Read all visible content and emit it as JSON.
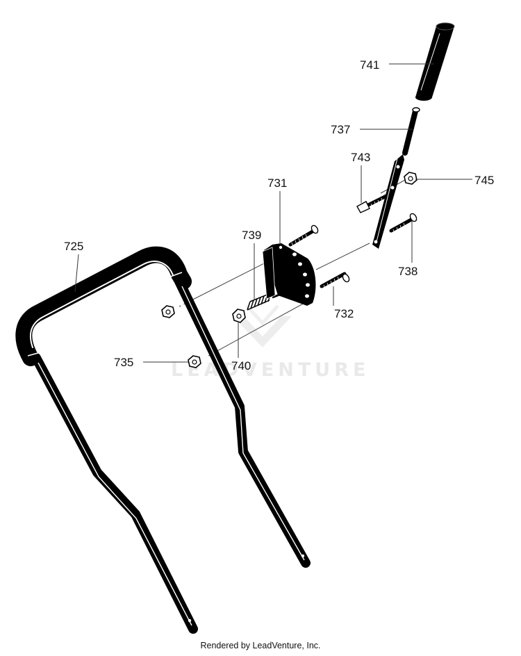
{
  "diagram": {
    "watermark": "LEADVENTURE",
    "footer": "Rendered by LeadVenture, Inc.",
    "callouts": [
      {
        "id": "c725",
        "label": "725"
      },
      {
        "id": "c731",
        "label": "731"
      },
      {
        "id": "c732",
        "label": "732"
      },
      {
        "id": "c735",
        "label": "735"
      },
      {
        "id": "c737",
        "label": "737"
      },
      {
        "id": "c738",
        "label": "738"
      },
      {
        "id": "c739",
        "label": "739"
      },
      {
        "id": "c740",
        "label": "740"
      },
      {
        "id": "c741",
        "label": "741"
      },
      {
        "id": "c743",
        "label": "743"
      },
      {
        "id": "c745",
        "label": "745"
      }
    ]
  }
}
